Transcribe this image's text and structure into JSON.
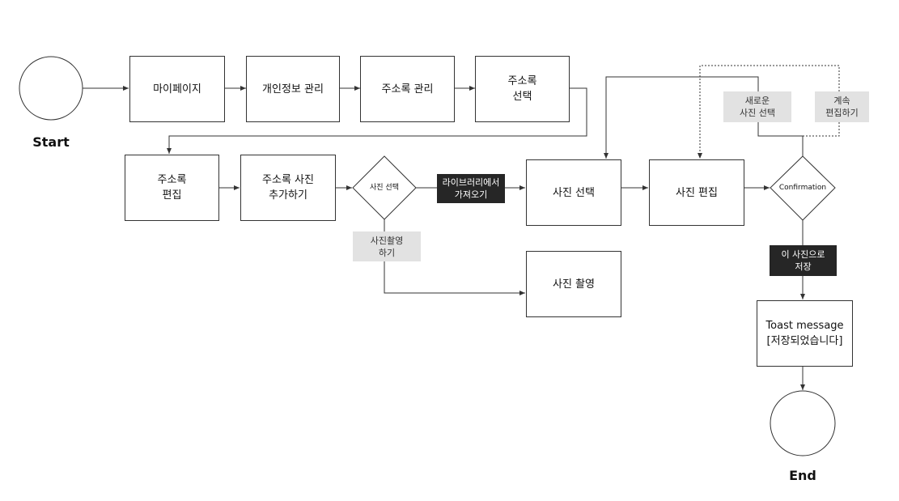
{
  "terminals": {
    "start": "Start",
    "end": "End"
  },
  "steps": {
    "mypage": "마이페이지",
    "privacy": "개인정보 관리",
    "addressbook_manage": "주소록 관리",
    "addressbook_select": "주소록\n선택",
    "addressbook_edit": "주소록\n편집",
    "add_photo": "주소록 사진\n추가하기",
    "photo_select": "사진 선택",
    "photo_edit": "사진 편집",
    "photo_take": "사진 촬영",
    "toast": "Toast message\n[저장되었습니다]"
  },
  "decisions": {
    "photo_choice": "사진 선택",
    "confirmation": "Confirmation"
  },
  "labels": {
    "from_library": "라이브러리에서\n가져오기",
    "take_photo": "사진촬영\n하기",
    "new_select": "새로운\n사진 선택",
    "continue_edit": "계속\n편집하기",
    "save_photo": "이 사진으로\n저장"
  },
  "colors": {
    "line": "#333333",
    "label_gray": "#e2e2e2",
    "label_dark": "#262626"
  }
}
